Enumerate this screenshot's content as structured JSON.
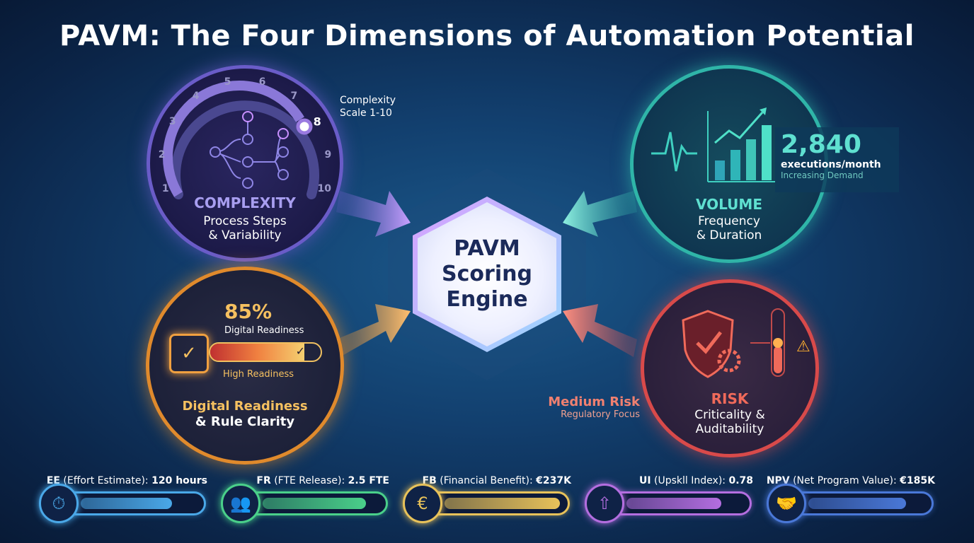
{
  "title": "PAVM: The Four Dimensions of Automation Potential",
  "engine": {
    "line1": "PAVM",
    "line2": "Scoring",
    "line3": "Engine"
  },
  "complexity": {
    "title": "COMPLEXITY",
    "sub1": "Process Steps",
    "sub2": "& Variability",
    "scale": [
      "1",
      "2",
      "3",
      "4",
      "5",
      "6",
      "7",
      "8",
      "9",
      "10"
    ],
    "value": 8,
    "callout1": "Complexity",
    "callout2": "Scale 1-10",
    "color": "#8f86e6"
  },
  "volume": {
    "title": "VOLUME",
    "sub1": "Frequency",
    "sub2": "& Duration",
    "stat": "2,840",
    "stat_unit": "executions/month",
    "stat_note": "Increasing Demand",
    "color": "#3fd0c0"
  },
  "digital": {
    "percent": "85%",
    "label": "Digital Readiness",
    "note": "High Readiness",
    "value": 85,
    "title1": "Digital Readiness",
    "title2": "& Rule Clarity",
    "color": "#f0b24a"
  },
  "risk": {
    "title": "RISK",
    "sub1": "Criticality &",
    "sub2": "Auditability",
    "level": "Medium Risk",
    "focus": "Regulatory Focus",
    "color": "#f06a5a"
  },
  "metrics": [
    {
      "abbr": "EE",
      "name": "(Effort Estimate):",
      "value": "120 hours",
      "fill": 0.75,
      "color": "#4aa8e8",
      "icon": "clock-wrench-icon"
    },
    {
      "abbr": "FR",
      "name": "(FTE Release):",
      "value": "2.5 FTE",
      "fill": 0.85,
      "color": "#4ad08a",
      "icon": "people-icon"
    },
    {
      "abbr": "FB",
      "name": "(Financial Benefit):",
      "value": "€237K",
      "fill": 0.95,
      "color": "#e8c25a",
      "icon": "coins-euro-icon"
    },
    {
      "abbr": "UI",
      "name": "(Upskll Index):",
      "value": "0.78",
      "fill": 0.78,
      "color": "#b46ee0",
      "icon": "brain-up-icon"
    },
    {
      "abbr": "NPV",
      "name": "(Net Program Value):",
      "value": "€185K",
      "fill": 0.8,
      "color": "#4a78d8",
      "icon": "handshake-chart-icon"
    }
  ]
}
